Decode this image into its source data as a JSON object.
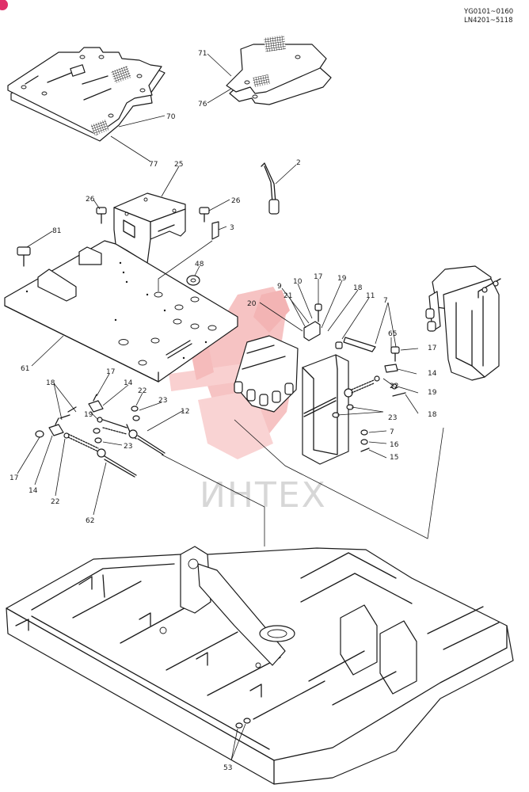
{
  "header": {
    "serial_line_1": "YG0101~0160",
    "serial_line_2": "LN4201~5118"
  },
  "watermark": {
    "text": "ИНТЕХ",
    "color": "#f4b5b5"
  },
  "callouts": {
    "c71": "71",
    "c76": "76",
    "c70": "70",
    "c77": "77",
    "c25": "25",
    "c2": "2",
    "c26a": "26",
    "c26b": "26",
    "c3": "3",
    "c81": "81",
    "c48": "48",
    "c61": "61",
    "c9": "9",
    "c10": "10",
    "c17a": "17",
    "c19a": "19",
    "c18a": "18",
    "c21": "21",
    "c20": "20",
    "c11": "11",
    "c7a": "7",
    "c65": "65",
    "c17b": "17",
    "c14a": "14",
    "c19b": "19",
    "c18b": "18",
    "c22a": "22",
    "c23a": "23",
    "c7b": "7",
    "c16": "16",
    "c15": "15",
    "c18c": "18",
    "c17c": "17",
    "c14b": "14",
    "c22b": "22",
    "c23b": "23",
    "c12": "12",
    "c19c": "19",
    "c23c": "23",
    "c17d": "17",
    "c14c": "14",
    "c22c": "22",
    "c62": "62",
    "c53": "53"
  }
}
